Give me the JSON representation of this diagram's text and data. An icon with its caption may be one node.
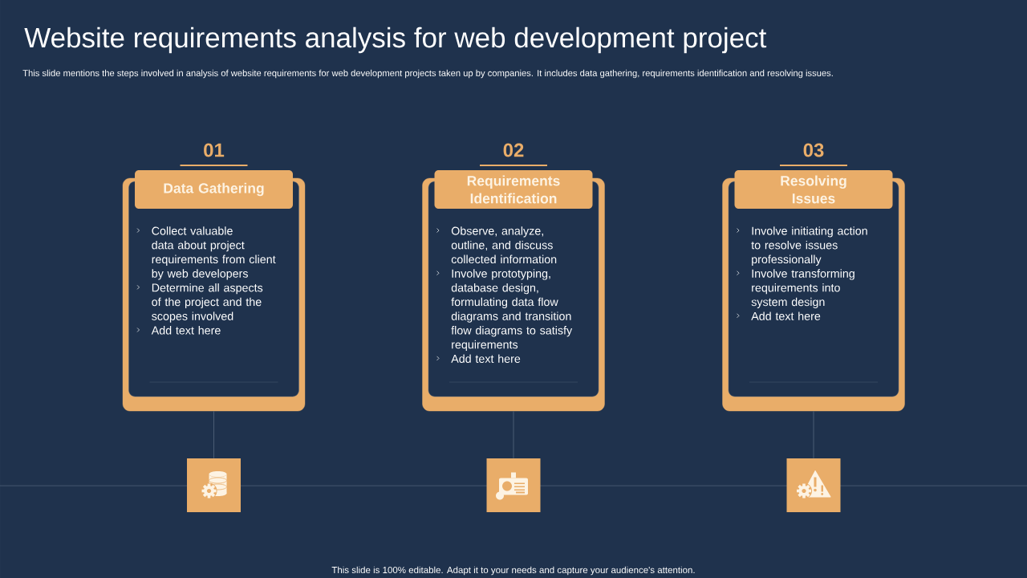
{
  "diagram": {
    "title": "Website requirements analysis for web development project",
    "nodes": [
      {
        "text": [
          "Collect valuable data about project requirements from client by web developers",
          "Determine all aspects of the project and the scopes involved",
          "Add text here"
        ],
        "beside": [
          "01"
        ]
      },
      {
        "text": [
          "Data Gathering"
        ],
        "in": 0
      },
      {
        "text": [
          "Observe, analyze, outline, and discuss collected information",
          "Involve prototyping, database design, formulating data flow diagrams and transition flow diagrams to satisfy requirements",
          "Add text here"
        ],
        "beside": [
          "02"
        ]
      },
      {
        "text": [
          "Requirements Identification"
        ],
        "in": 2
      },
      {
        "text": [
          "Involve initiating action to resolve issues professionally",
          "Involve transforming requirements into system design",
          "Add text here"
        ],
        "beside": [
          "03"
        ]
      },
      {
        "text": [
          "Resolving Issues"
        ],
        "in": 4
      },
      {
        "text": [],
        "shape": "box"
      },
      {
        "text": [],
        "shape": "box"
      },
      {
        "text": [],
        "shape": "box"
      }
    ],
    "edges": [
      {
        "from": 0,
        "to": 6,
        "arrow": "none"
      },
      {
        "from": 2,
        "to": 7,
        "arrow": "none"
      },
      {
        "from": 4,
        "to": 8,
        "arrow": "none"
      }
    ],
    "labels": [
      "This slide mentions the steps involved in analysis of website requirements for web development projects taken up by companies. It includes data gathering, requirements identification and resolving issues.",
      "This slide is 100% editable. Adapt it to your needs and capture your audience's attention."
    ]
  }
}
